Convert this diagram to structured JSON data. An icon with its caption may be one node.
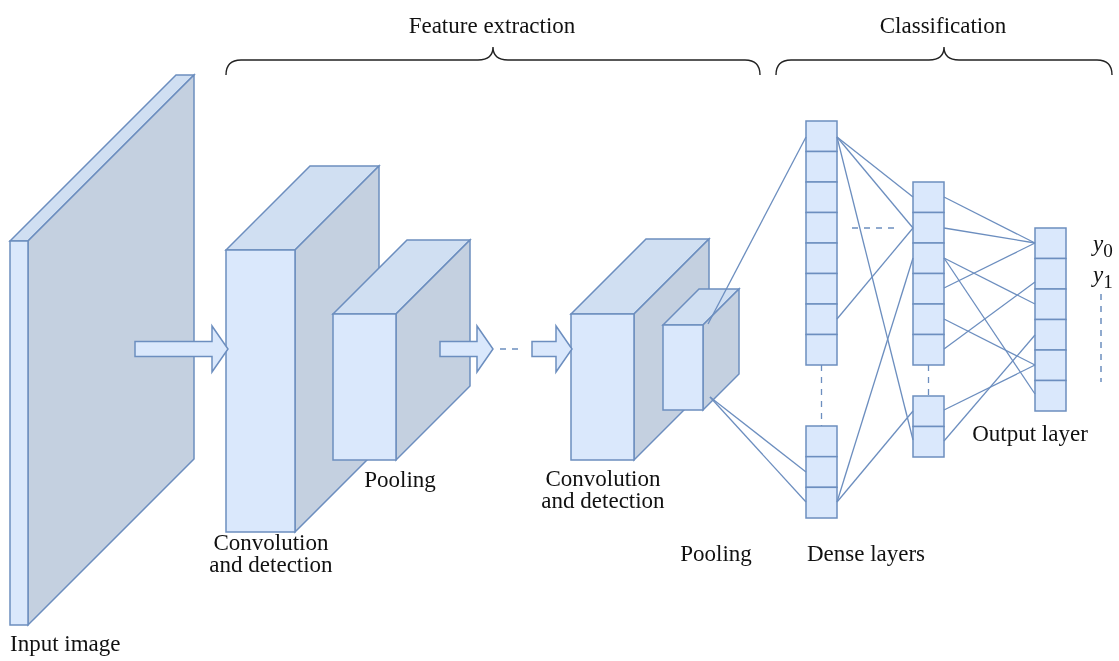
{
  "diagram": {
    "nodes": [
      {
        "text": [
          "Input image"
        ]
      },
      {
        "text": [
          "Convolution and detection"
        ]
      },
      {
        "text": [
          "Pooling"
        ]
      },
      {
        "text": [
          "Convolution and detection"
        ]
      },
      {
        "text": [
          "Pooling"
        ]
      },
      {
        "text": [],
        "shape": "bar"
      },
      {
        "text": [],
        "shape": "bar"
      },
      {
        "text": [],
        "shape": "bar"
      },
      {
        "text": [],
        "shape": "bar"
      },
      {
        "text": [
          "Output layer"
        ],
        "beside": [
          "*y*$_{0}$",
          "*y*$_{1}$"
        ]
      }
    ],
    "edges": [
      {
        "from": 0,
        "to": 1,
        "arrow": "to"
      },
      {
        "from": 2,
        "to": null,
        "arrow": "to"
      },
      {
        "from": null,
        "to": 3,
        "arrow": "to"
      },
      {
        "from": 4,
        "to": 5,
        "arrow": "none"
      },
      {
        "from": 4,
        "to": 6,
        "arrow": "none"
      },
      {
        "from": 4,
        "to": 6,
        "arrow": "none"
      },
      {
        "from": 5,
        "to": 6,
        "arrow": "none",
        "style": "dashed"
      },
      {
        "from": 5,
        "to": 7,
        "arrow": "none"
      },
      {
        "from": 5,
        "to": 7,
        "arrow": "none"
      },
      {
        "from": 5,
        "to": 7,
        "arrow": "none"
      },
      {
        "from": 5,
        "to": 8,
        "arrow": "none"
      },
      {
        "from": 6,
        "to": 7,
        "arrow": "none"
      },
      {
        "from": 6,
        "to": 8,
        "arrow": "none"
      },
      {
        "from": 7,
        "to": 8,
        "arrow": "none",
        "style": "dashed"
      },
      {
        "from": 7,
        "to": 9,
        "arrow": "none"
      },
      {
        "from": 7,
        "to": 9,
        "arrow": "none"
      },
      {
        "from": 7,
        "to": 9,
        "arrow": "none"
      },
      {
        "from": 7,
        "to": 9,
        "arrow": "none"
      },
      {
        "from": 7,
        "to": 9,
        "arrow": "none"
      },
      {
        "from": 7,
        "to": 9,
        "arrow": "none"
      },
      {
        "from": 7,
        "to": 9,
        "arrow": "none"
      },
      {
        "from": 8,
        "to": 9,
        "arrow": "none"
      },
      {
        "from": 8,
        "to": 9,
        "arrow": "none"
      }
    ],
    "labels": [
      "Feature extraction",
      "Classification",
      "Dense layers"
    ]
  }
}
